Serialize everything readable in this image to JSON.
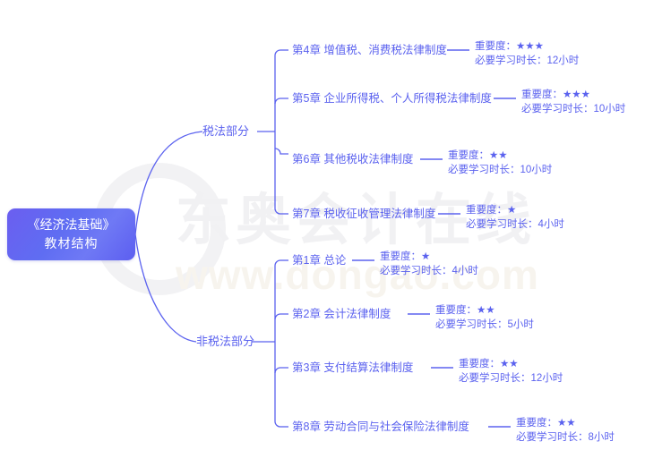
{
  "watermark": {
    "brand": "东奥会计在线",
    "url": "www.dongao.com"
  },
  "root": {
    "line1": "《经济法基础》",
    "line2": "教材结构"
  },
  "labels": {
    "importance_prefix": "重要度：",
    "duration_prefix": "必要学习时长："
  },
  "branches": [
    {
      "name": "税法部分",
      "chapters": [
        {
          "title": "第4章 增值税、消费税法律制度",
          "importance": "★★★",
          "importance_level": 3,
          "duration": "12小时"
        },
        {
          "title": "第5章 企业所得税、个人所得税法律制度",
          "importance": "★★★",
          "importance_level": 3,
          "duration": "10小时"
        },
        {
          "title": "第6章 其他税收法律制度",
          "importance": "★★",
          "importance_level": 2,
          "duration": "10小时"
        },
        {
          "title": "第7章 税收征收管理法律制度",
          "importance": "★",
          "importance_level": 1,
          "duration": "4小时"
        }
      ]
    },
    {
      "name": "非税法部分",
      "chapters": [
        {
          "title": "第1章 总论",
          "importance": "★",
          "importance_level": 1,
          "duration": "4小时"
        },
        {
          "title": "第2章 会计法律制度",
          "importance": "★★",
          "importance_level": 2,
          "duration": "5小时"
        },
        {
          "title": "第3章 支付结算法律制度",
          "importance": "★★",
          "importance_level": 2,
          "duration": "12小时"
        },
        {
          "title": "第8章 劳动合同与社会保险法律制度",
          "importance": "★★",
          "importance_level": 2,
          "duration": "8小时"
        }
      ]
    }
  ],
  "colors": {
    "accent": "#5b62ef",
    "root_gradient_start": "#6b5ef0",
    "root_gradient_end": "#5c5ef0",
    "line": "#5b62ef",
    "background": "#ffffff",
    "watermark_gray": "#f1f1f3",
    "watermark_cream": "#f7f4ee"
  }
}
